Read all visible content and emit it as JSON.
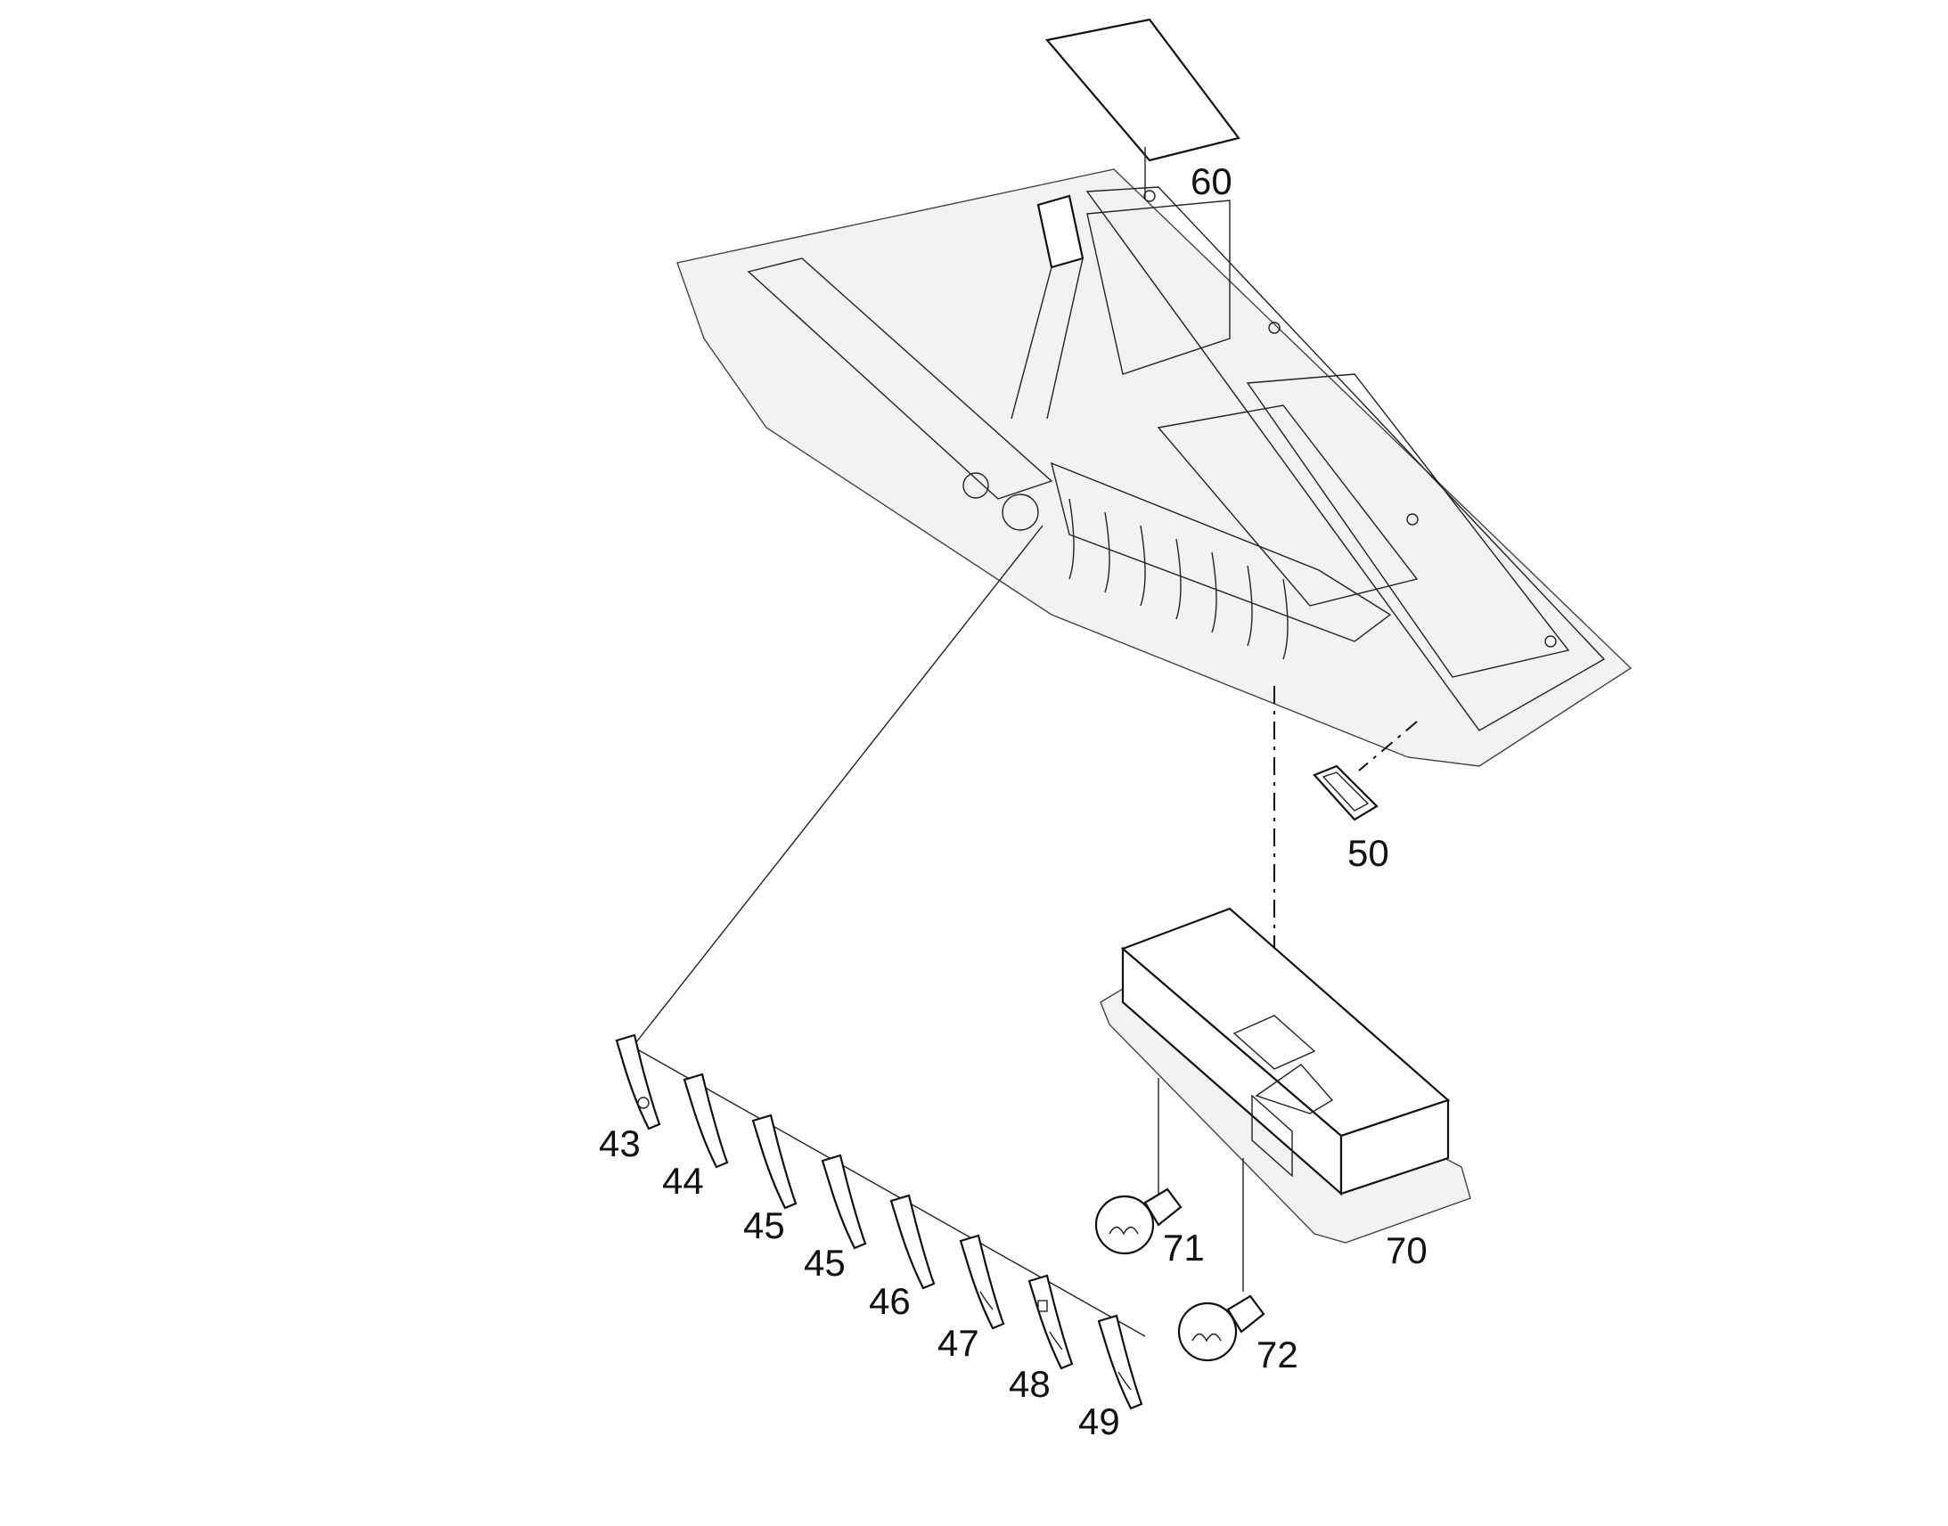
{
  "diagram": {
    "callouts": {
      "p60": "60",
      "p50": "50",
      "p70": "70",
      "p71": "71",
      "p72": "72",
      "p43": "43",
      "p44": "44",
      "p45a": "45",
      "p45b": "45",
      "p46": "46",
      "p47": "47",
      "p48": "48",
      "p49": "49"
    }
  }
}
